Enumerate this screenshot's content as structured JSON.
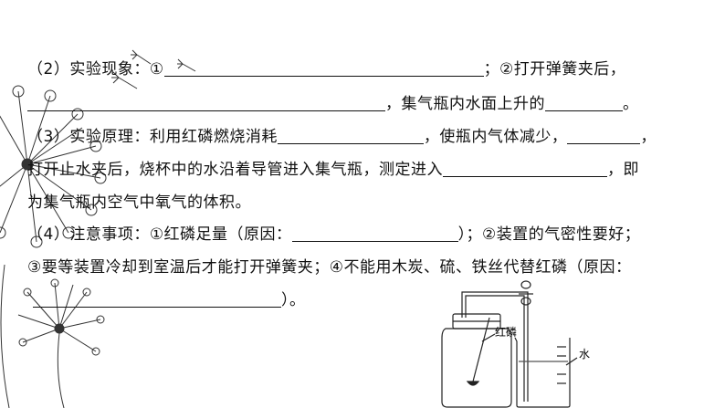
{
  "lines": {
    "l1": {
      "a": "（2）实验现象：①",
      "b": "；②打开弹簧夹后，"
    },
    "l2": {
      "a": "，集气瓶内水面上升的",
      "b": "。"
    },
    "l3": {
      "a": "（3）实验原理：利用红磷燃烧消耗",
      "b": "，使瓶内气体减少，",
      "c": "，"
    },
    "l4": {
      "a": "打开止水夹后，烧杯中的水沿着导管进入集气瓶，测定进入",
      "b": "，即"
    },
    "l5": {
      "a": "为集气瓶内空气中氧气的体积。"
    },
    "l6": {
      "a": "（4）注意事项：①红磷足量（原因：",
      "b": "）；②装置的气密性要好；"
    },
    "l7": {
      "a": "③要等装置冷却到室温后才能打开弹簧夹；④不能用木炭、硫、铁丝代替红磷（原因："
    },
    "l8": {
      "a": "）。"
    }
  },
  "diagram": {
    "label_phosphorus": "红磷",
    "label_water": "水"
  }
}
